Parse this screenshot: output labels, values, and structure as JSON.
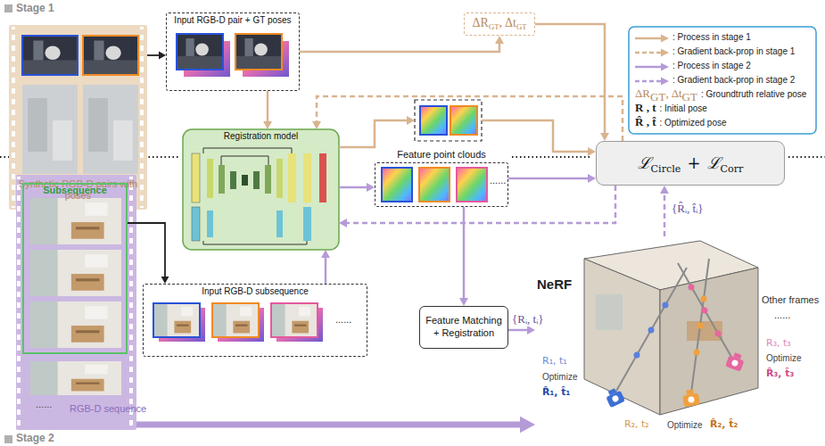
{
  "diagram": {
    "nodes": [
      {
        "text": [
          "Synthetic RGB-D pairs with poses"
        ]
      },
      {
        "text": [
          "Input RGB-D pair + GT poses"
        ]
      },
      {
        "text": [
          "ΔR",
          "GT",
          ",",
          "Δt",
          "GT"
        ]
      },
      {
        "text": [
          "Registration model"
        ]
      },
      {
        "text": [
          "Feature point clouds"
        ]
      },
      {
        "text": [
          "ℒ",
          "Circle",
          "+",
          "ℒ",
          "Corr"
        ]
      },
      {
        "text": [
          "RGB-D sequence"
        ]
      },
      {
        "text": [
          "Subsequence"
        ],
        "in": 6
      },
      {
        "text": [
          "Input RGB-D subsequence"
        ]
      },
      {
        "text": [
          "Feature Matching + Registration"
        ]
      },
      {
        "text": [
          "NeRF"
        ]
      }
    ],
    "edges": [
      {
        "from": 0,
        "to": 1,
        "arrow": "to"
      },
      {
        "from": 1,
        "to": 2,
        "arrow": "to"
      },
      {
        "from": 2,
        "to": 5,
        "arrow": "to"
      },
      {
        "from": 1,
        "to": 3,
        "arrow": "to"
      },
      {
        "from": 5,
        "to": 3,
        "arrow": "to"
      },
      {
        "from": 7,
        "to": 8,
        "arrow": "to"
      },
      {
        "from": 8,
        "to": 3,
        "arrow": "to"
      },
      {
        "from": 3,
        "to": 4,
        "arrow": "to"
      },
      {
        "from": 4,
        "to": 9,
        "arrow": "to"
      },
      {
        "from": 4,
        "to": 5,
        "arrow": "to"
      },
      {
        "from": 9,
        "to": 10,
        "label": "{Rᵢ, tᵢ}",
        "arrow": "to"
      },
      {
        "from": 10,
        "to": 5,
        "label": "{R̂ᵢ, t̂ᵢ}",
        "arrow": "to"
      },
      {
        "from": 5,
        "to": 3,
        "arrow": "to"
      },
      {
        "from": 6,
        "to": 10,
        "arrow": "to"
      }
    ],
    "labels": [
      "Stage 1",
      "Stage 2",
      "......",
      "......",
      "......",
      "Other frames",
      "......",
      "R₁, t₁",
      "Optimize",
      "R̂₁, t̂₁",
      "R₂, t₂",
      "Optimize",
      "R̂₂, t̂₂",
      "R₃, t₃",
      "Optimize",
      "R̂₃, t̂₃",
      "ΔR",
      "GT",
      ",",
      "Δt",
      "GT",
      ": Groundtruth relative pose",
      "R , t",
      ": Initial pose",
      "R̂ , t̂",
      ": Optimized pose"
    ],
    "legend": [
      {
        "text": ": Process in stage 1"
      },
      {
        "text": ": Gradient back-prop in stage 1"
      },
      {
        "text": ": Process in stage 2"
      },
      {
        "text": ": Gradient back-prop in stage 2"
      }
    ]
  }
}
